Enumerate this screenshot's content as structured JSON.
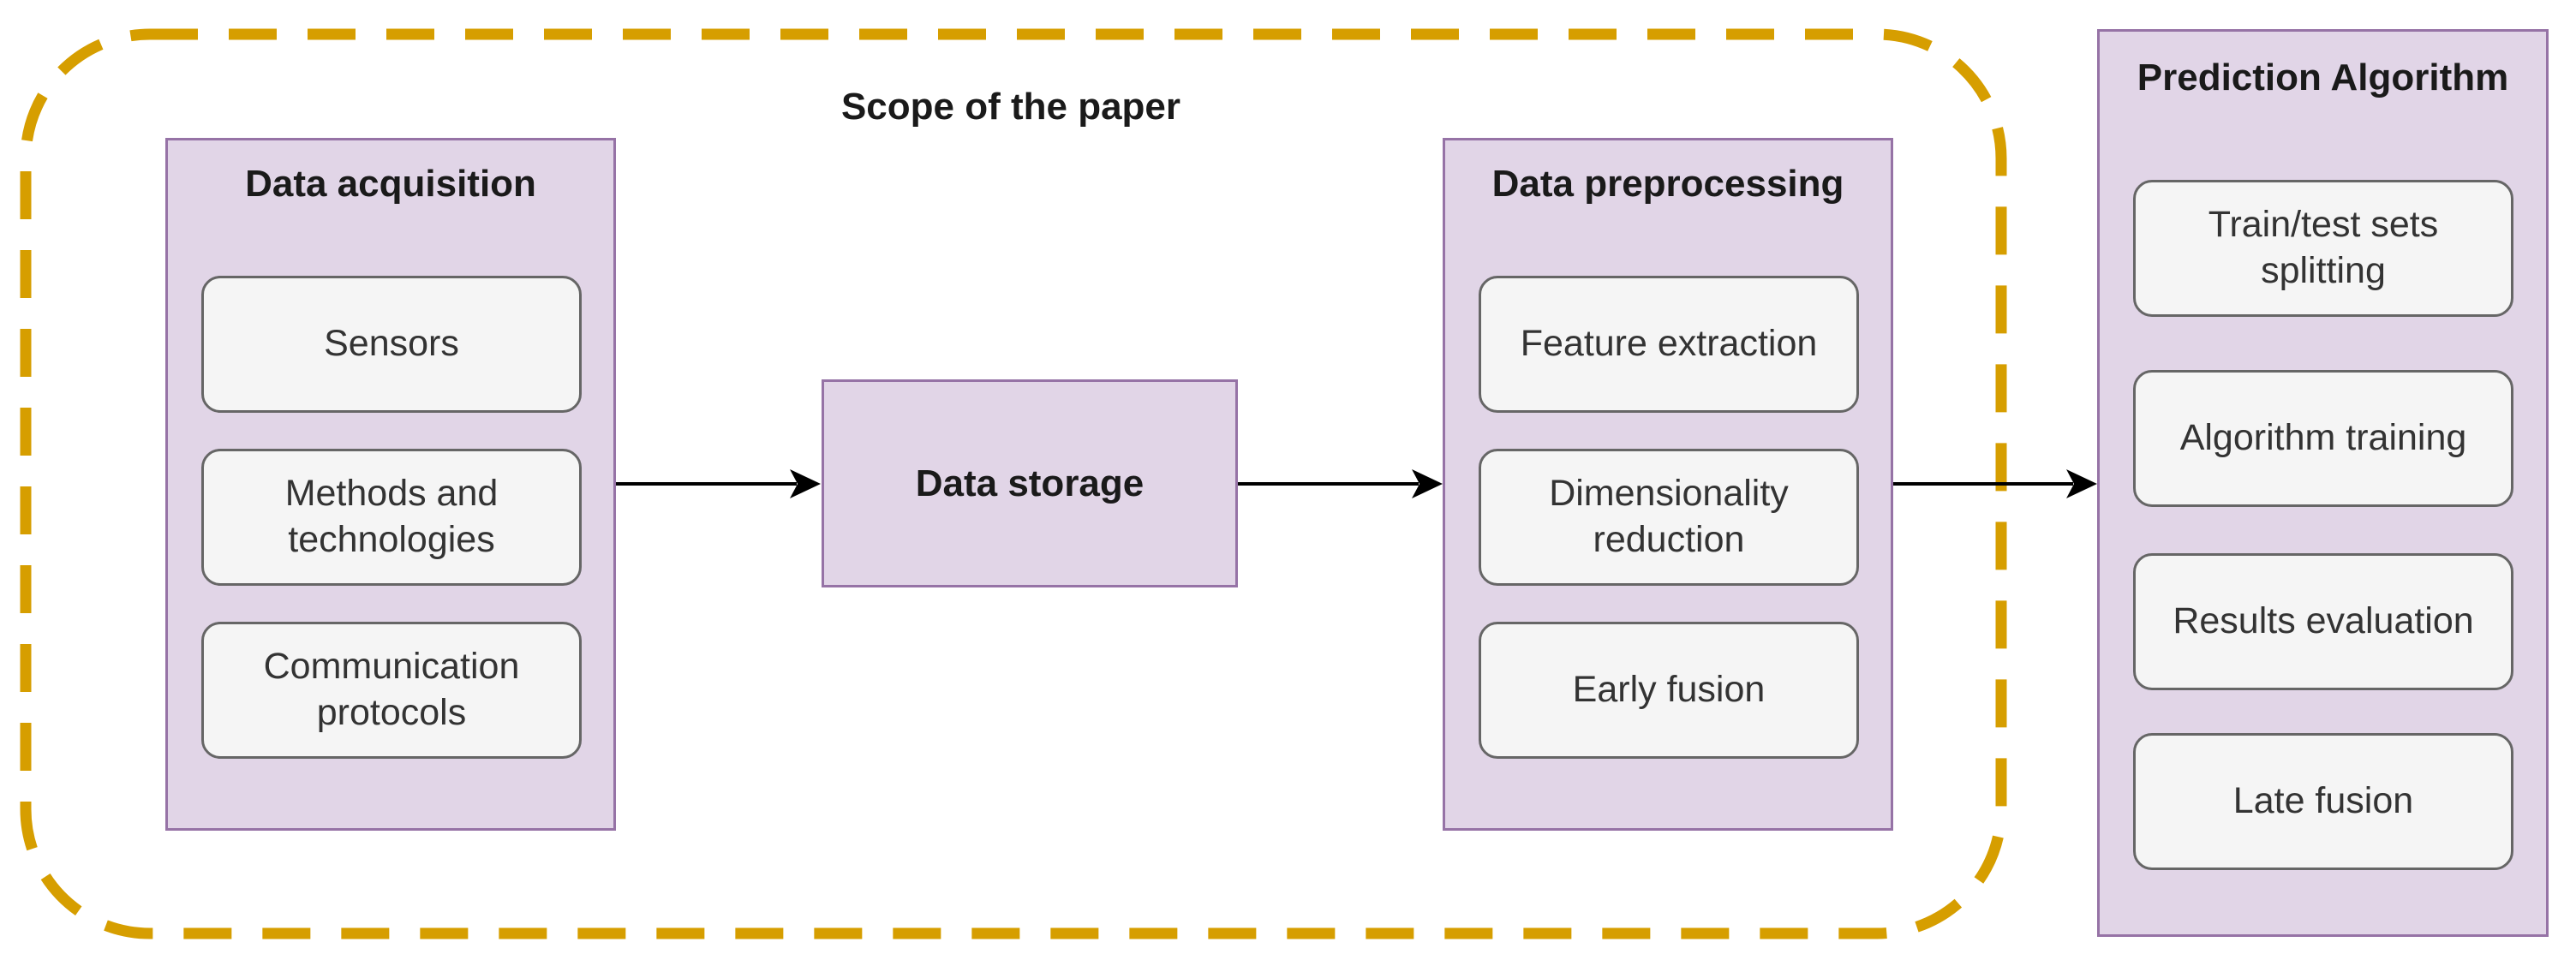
{
  "scope": {
    "label": "Scope of the paper",
    "border_color": "#d69e00"
  },
  "data_acquisition": {
    "title": "Data acquisition",
    "items": [
      "Sensors",
      "Methods and\ntechnologies",
      "Communication\nprotocols"
    ]
  },
  "data_storage": {
    "title": "Data storage"
  },
  "data_preprocessing": {
    "title": "Data preprocessing",
    "items": [
      "Feature extraction",
      "Dimensionality\nreduction",
      "Early fusion"
    ]
  },
  "prediction_algorithm": {
    "title": "Prediction Algorithm",
    "items": [
      "Train/test sets\nsplitting",
      "Algorithm training",
      "Results evaluation",
      "Late fusion"
    ]
  },
  "colors": {
    "container_fill": "#e1d5e7",
    "container_border": "#9673a6",
    "step_fill": "#f5f5f5",
    "step_border": "#666666",
    "arrow": "#000000"
  }
}
